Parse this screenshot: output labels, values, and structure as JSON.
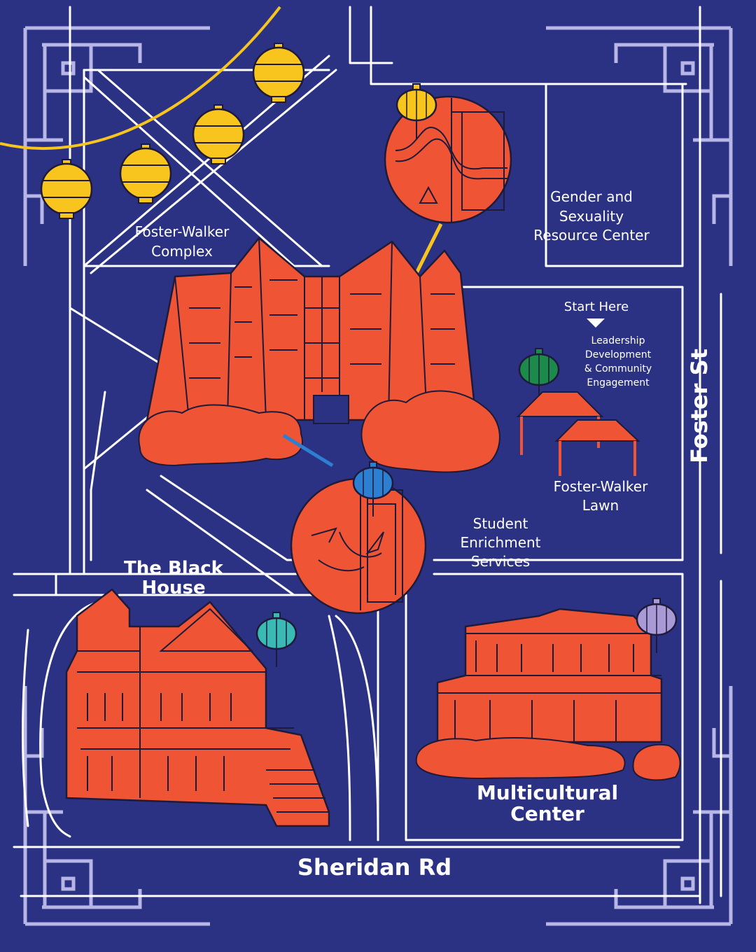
{
  "colors": {
    "background": "#2b3283",
    "road": "#ffffff",
    "building": "#ef5435",
    "outline": "#1e1a3a",
    "frame": "#b7b6e6",
    "lantern_yellow": "#f7c51e",
    "lantern_green": "#1b8a4a",
    "lantern_blue": "#2c7fd1",
    "lantern_teal": "#3bb9b4",
    "lantern_purple": "#a99ad6"
  },
  "labels": {
    "foster_walker_complex": [
      "Foster-Walker",
      "Complex"
    ],
    "gender_center": [
      "Gender and",
      "Sexuality",
      "Resource Center"
    ],
    "start_here": "Start Here",
    "leadership": [
      "Leadership",
      "Development",
      "& Community",
      "Engagement"
    ],
    "foster_walker_lawn": [
      "Foster-Walker",
      "Lawn"
    ],
    "student_enrichment": [
      "Student",
      "Enrichment",
      "Services"
    ],
    "black_house": [
      "The Black",
      "House"
    ],
    "multicultural": [
      "Multicultural",
      "Center"
    ],
    "sheridan_rd": "Sheridan Rd",
    "foster_st": "Foster St"
  },
  "icons": {
    "lantern": "lantern-icon",
    "tent": "tent-icon",
    "start_marker": "triangle-down-icon"
  }
}
